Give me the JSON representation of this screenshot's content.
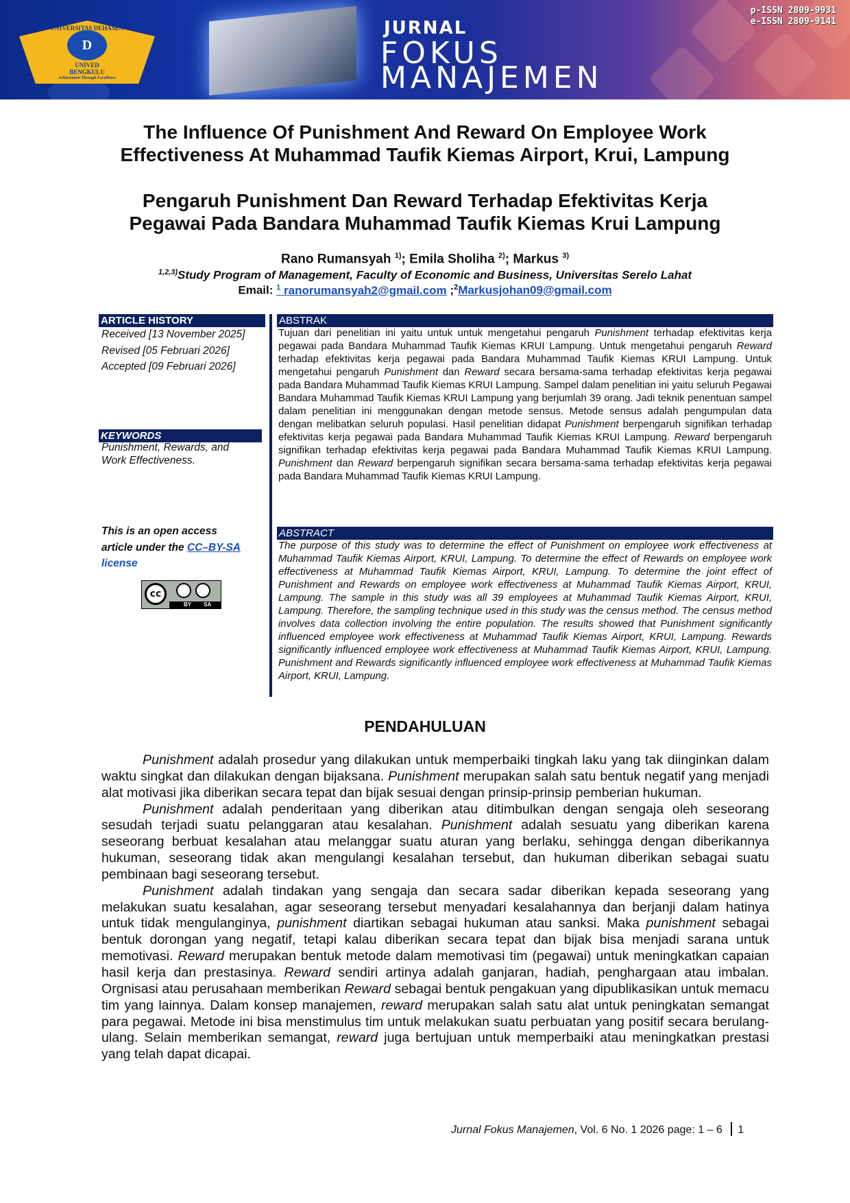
{
  "banner": {
    "journal_word": "JURNAL",
    "journal_name1": "FOKUS",
    "journal_name2": "MANAJEMEN",
    "p_issn": "p-ISSN 2809-9931",
    "e_issn": "e-ISSN 2809-9141",
    "logo_text": "UNIVERSITAS DEHASEN",
    "logo_sub1": "UNIVED",
    "logo_sub2": "BENGKULU",
    "logo_motto": "Achievement Through Excellence",
    "logo_letter": "D"
  },
  "title_en": [
    "The Influence Of Punishment And Reward On Employee Work",
    "Effectiveness At Muhammad Taufik Kiemas Airport, Krui, Lampung"
  ],
  "title_id": [
    "Pengaruh Punishment Dan Reward Terhadap Efektivitas Kerja",
    "Pegawai Pada Bandara Muhammad Taufik Kiemas Krui Lampung"
  ],
  "authors": [
    {
      "name": "Rano Rumansyah",
      "sup": "1)"
    },
    {
      "name": "Emila Sholiha",
      "sup": "2)"
    },
    {
      "name": "Markus",
      "sup": "3)"
    }
  ],
  "affiliation": {
    "sup": "1,2,3)",
    "text": "Study Program of Management, Faculty of Economic and Business, Universitas Serelo Lahat"
  },
  "email": {
    "label": "Email:",
    "e1_sup": "1",
    "e1": "ranorumansyah2@gmail.com",
    "sep": ";",
    "e2_sup": "2",
    "e2": "Markusjohan09@gmail.com"
  },
  "history": {
    "heading": "ARTICLE HISTORY",
    "received": "Received [13 November 2025]",
    "revised": "Revised [05 Februari 2026]",
    "accepted": "Accepted [09 Februari 2026]"
  },
  "keywords": {
    "heading": "KEYWORDS",
    "line1": "Punishment, Rewards, and",
    "line2": "Work Effectiveness."
  },
  "license": {
    "line1": "This is an open access",
    "line2": "article under the ",
    "link": "CC–BY-SA",
    "line3": "license",
    "badge_cc": "cc",
    "badge_by": "BY",
    "badge_sa": "SA"
  },
  "abstrak": {
    "heading": "ABSTRAK",
    "segments": [
      [
        "Tujuan dari penelitian ini yaitu untuk untuk mengetahui pengaruh ",
        0
      ],
      [
        "Punishment",
        1
      ],
      [
        " terhadap efektivitas kerja pegawai pada Bandara Muhammad Taufik Kiemas KRUI Lampung. Untuk mengetahui pengaruh ",
        0
      ],
      [
        "Reward",
        1
      ],
      [
        " terhadap efektivitas kerja pegawai pada Bandara Muhammad Taufik Kiemas KRUI Lampung. Untuk mengetahui pengaruh ",
        0
      ],
      [
        "Punishment",
        1
      ],
      [
        " dan ",
        0
      ],
      [
        "Reward",
        1
      ],
      [
        " secara bersama-sama terhadap efektivitas kerja pegawai pada Bandara Muhammad Taufik Kiemas KRUI Lampung. Sampel dalam penelitian ini yaitu seluruh Pegawai Bandara Muhammad Taufik Kiemas KRUI Lampung yang berjumlah 39 orang. Jadi teknik penentuan sampel dalam penelitian ini menggunakan dengan metode sensus. Metode sensus adalah pengumpulan data dengan melibatkan seluruh populasi. Hasil penelitian didapat ",
        0
      ],
      [
        "Punishment",
        1
      ],
      [
        " berpengaruh signifikan terhadap efektivitas kerja pegawai pada Bandara Muhammad Taufik Kiemas KRUI Lampung. ",
        0
      ],
      [
        "Reward",
        1
      ],
      [
        " berpengaruh signifikan terhadap efektivitas kerja pegawai pada Bandara Muhammad Taufik Kiemas KRUI Lampung. ",
        0
      ],
      [
        "Punishment",
        1
      ],
      [
        " dan ",
        0
      ],
      [
        "Reward",
        1
      ],
      [
        " berpengaruh signifikan secara bersama-sama terhadap efektivitas kerja pegawai pada Bandara Muhammad Taufik Kiemas KRUI Lampung.",
        0
      ]
    ]
  },
  "abstract": {
    "heading": "ABSTRACT",
    "segments": [
      [
        "The purpose of this study was to determine the effect of Punishment on employee work effectiveness at Muhammad Taufik Kiemas Airport, KRUI, Lampung. To determine the effect of Rewards on employee work effectiveness at Muhammad Taufik Kiemas Airport, KRUI, Lampung. To determine the joint effect of Punishment and Rewards on employee work effectiveness at Muhammad Taufik Kiemas Airport, KRUI, Lampung. The sample in this study was all 39 employees at Muhammad Taufik Kiemas Airport, KRUI, Lampung. Therefore, the sampling technique used in this study was the census method. The census method involves data collection involving the entire population. The results showed that Punishment significantly influenced employee work effectiveness at Muhammad Taufik Kiemas Airport, KRUI, Lampung. Rewards significantly influenced employee work effectiveness at Muhammad Taufik Kiemas Airport, KRUI, Lampung. Punishment and Rewards significantly influenced employee work effectiveness at Muhammad Taufik Kiemas Airport, KRUI, Lampung.",
        1
      ]
    ]
  },
  "section": {
    "heading": "PENDAHULUAN",
    "paragraphs": [
      [
        [
          "Punishment",
          1
        ],
        [
          " adalah prosedur yang dilakukan untuk memperbaiki tingkah laku yang tak diinginkan dalam waktu singkat dan dilakukan dengan bijaksana. ",
          0
        ],
        [
          "Punishment",
          1
        ],
        [
          " merupakan salah satu bentuk negatif yang menjadi alat motivasi jika diberikan secara tepat dan bijak sesuai dengan prinsip-prinsip pemberian hukuman.",
          0
        ]
      ],
      [
        [
          "Punishment",
          1
        ],
        [
          " adalah penderitaan yang diberikan atau ditimbulkan dengan sengaja oleh seseorang sesudah terjadi suatu pelanggaran atau kesalahan. ",
          0
        ],
        [
          "Punishment",
          1
        ],
        [
          " adalah sesuatu yang diberikan karena seseorang berbuat kesalahan atau melanggar suatu aturan yang berlaku, sehingga dengan diberikannya hukuman, seseorang tidak akan mengulangi kesalahan tersebut, dan hukuman diberikan sebagai suatu pembinaan bagi seseorang tersebut.",
          0
        ]
      ],
      [
        [
          "Punishment",
          1
        ],
        [
          " adalah tindakan yang sengaja dan secara sadar diberikan kepada seseorang yang melakukan suatu kesalahan, agar seseorang tersebut menyadari kesalahannya dan berjanji dalam hatinya untuk tidak mengulanginya, ",
          0
        ],
        [
          "punishment",
          1
        ],
        [
          " diartikan sebagai hukuman atau sanksi. Maka ",
          0
        ],
        [
          "punishment",
          1
        ],
        [
          " sebagai bentuk dorongan yang negatif, tetapi kalau diberikan secara tepat dan bijak bisa menjadi sarana untuk memotivasi. ",
          0
        ],
        [
          "Reward",
          1
        ],
        [
          " merupakan bentuk metode dalam memotivasi tim (pegawai) untuk meningkatkan capaian hasil kerja dan prestasinya. ",
          0
        ],
        [
          "Reward",
          1
        ],
        [
          " sendiri artinya adalah ganjaran, hadiah, penghargaan atau imbalan. Orgnisasi atau perusahaan memberikan ",
          0
        ],
        [
          "Reward",
          1
        ],
        [
          " sebagai bentuk pengakuan yang dipublikasikan untuk memacu tim yang lainnya. Dalam konsep manajemen, ",
          0
        ],
        [
          "reward",
          1
        ],
        [
          " merupakan salah satu alat untuk peningkatan semangat para pegawai. Metode ini bisa menstimulus tim untuk melakukan suatu perbuatan yang positif secara berulang-ulang. Selain memberikan semangat, ",
          0
        ],
        [
          "reward",
          1
        ],
        [
          " juga bertujuan untuk memperbaiki atau meningkatkan prestasi yang telah dapat dicapai.",
          0
        ]
      ]
    ]
  },
  "footer": {
    "journal": "Jurnal Fokus Manajemen",
    "info": ", Vol. 6 No. 1  2026  page: 1  –  6",
    "page": "1"
  }
}
